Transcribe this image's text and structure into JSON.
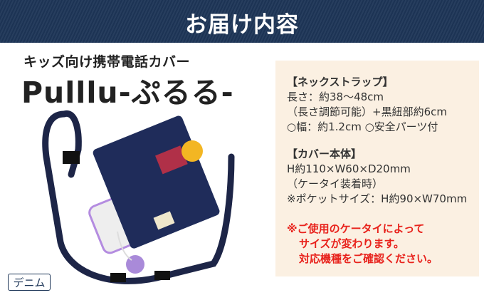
{
  "header": {
    "title": "お届け内容"
  },
  "product": {
    "subtitle": "キッズ向け携帯電話カバー",
    "brand": "Pulllu-ぷるる-",
    "color_badge": "デニム"
  },
  "colors": {
    "header": "#1e3658",
    "panel": "#fbf0e2",
    "note": "#e8221c"
  },
  "specs": {
    "strap": {
      "heading": "【ネックストラップ】",
      "lines": [
        "長さ：約38〜48cm",
        "（長さ調節可能）+黒紐部約6cm",
        "○幅：約1.2cm ○安全パーツ付"
      ]
    },
    "body": {
      "heading": "【カバー本体】",
      "lines": [
        "H約110×W60×D20mm",
        "（ケータイ装着時）",
        "※ポケットサイズ：H約90×W70mm"
      ]
    },
    "note": [
      "※ご使用のケータイによって",
      "サイズが変わります。",
      "対応機種をご確認ください。"
    ]
  }
}
